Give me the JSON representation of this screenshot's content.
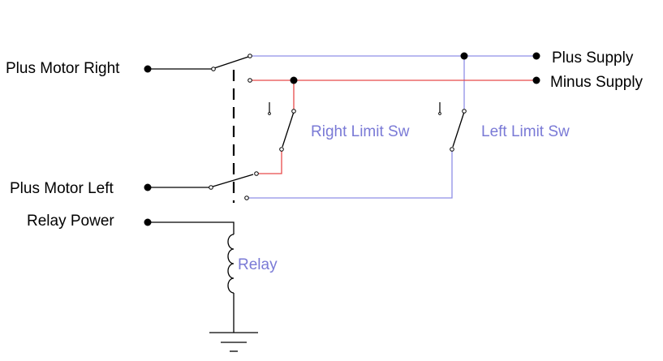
{
  "labels": {
    "plus_motor_right": "Plus Motor Right",
    "plus_motor_left": "Plus Motor Left",
    "relay_power": "Relay Power",
    "plus_supply": "Plus Supply",
    "minus_supply": "Minus Supply",
    "right_limit_sw": "Right Limit Sw",
    "left_limit_sw": "Left Limit Sw",
    "relay": "Relay"
  },
  "colors": {
    "plus_wire": "#8f8fe6",
    "minus_wire": "#e84a4a",
    "black_wire": "#000000",
    "label_blue": "#7a7ad6"
  }
}
